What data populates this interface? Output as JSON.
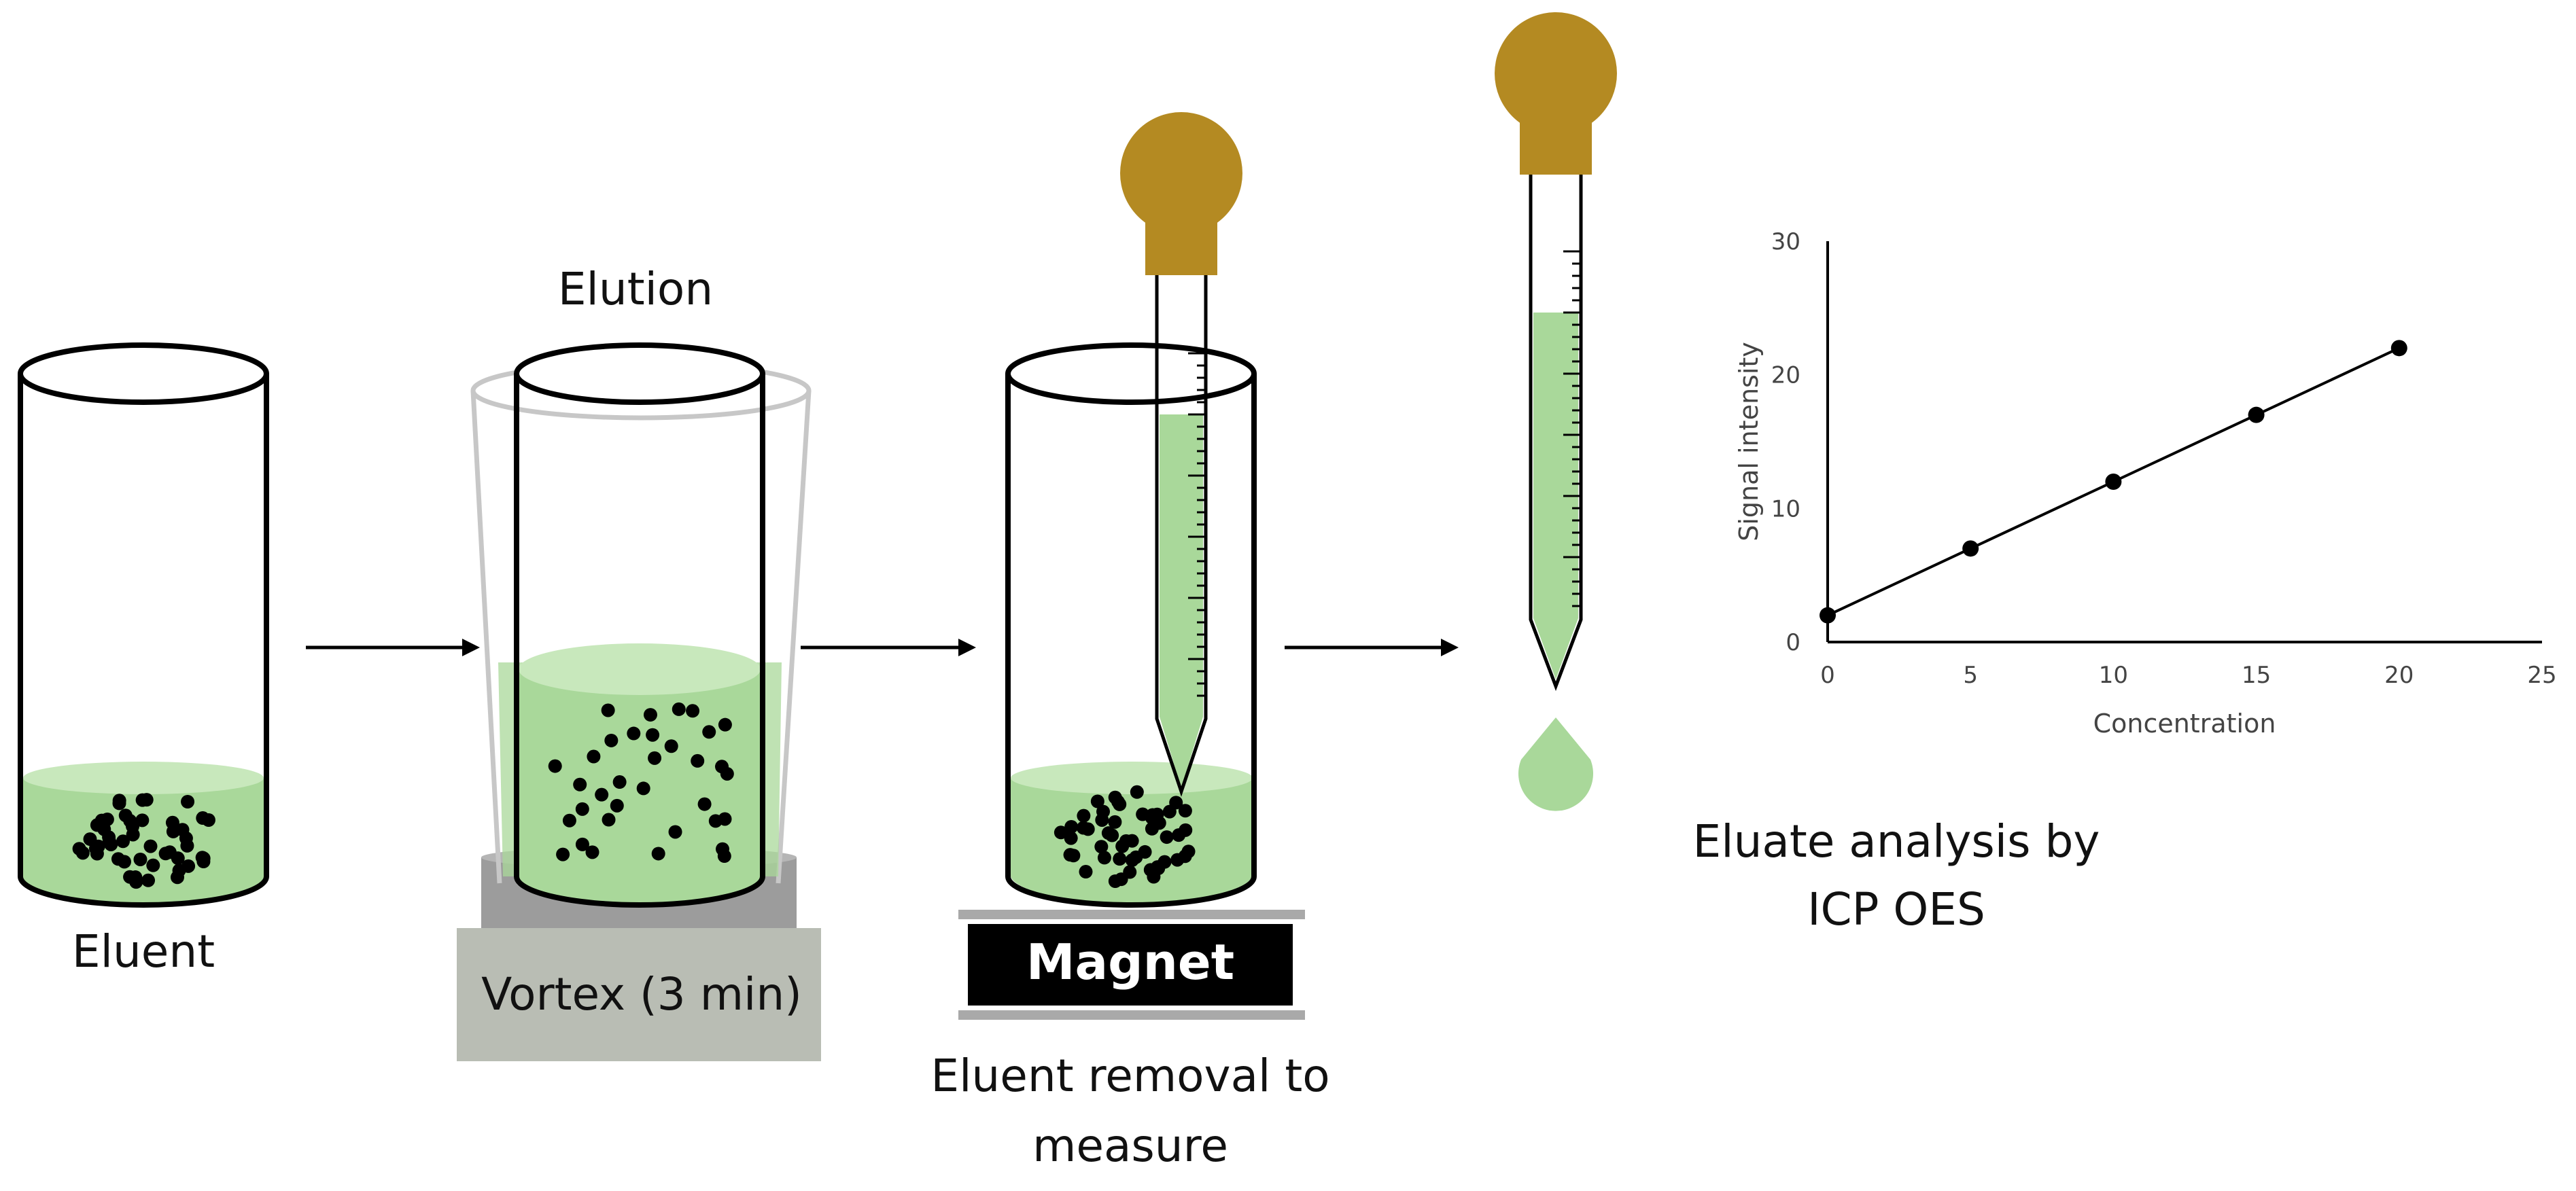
{
  "labels": {
    "eluent": "Eluent",
    "elution": "Elution",
    "vortex": "Vortex (3 min)",
    "magnet": "Magnet",
    "removal_line1": "Eluent removal to",
    "removal_line2": "measure",
    "analysis_line1": "Eluate analysis by",
    "analysis_line2": "ICP OES"
  },
  "colors": {
    "liquid": "#a9d89a",
    "liquid_top": "#c8e8bc",
    "pipette_bulb": "#b48a22",
    "vortex_base": "#b9bdb4",
    "vortex_plate": "#9c9c9c",
    "magnet": "#000000",
    "outline": "#000000"
  },
  "chart_data": {
    "type": "scatter",
    "xlabel": "Concentration",
    "ylabel": "Signal intensity",
    "xlim": [
      0,
      25
    ],
    "ylim": [
      0,
      30
    ],
    "x_ticks": [
      0,
      5,
      10,
      15,
      20,
      25
    ],
    "y_ticks": [
      0,
      10,
      20,
      30
    ],
    "x": [
      0,
      5,
      10,
      15,
      20
    ],
    "y": [
      2,
      7,
      12,
      17,
      22
    ],
    "trendline": true,
    "grid": false
  }
}
